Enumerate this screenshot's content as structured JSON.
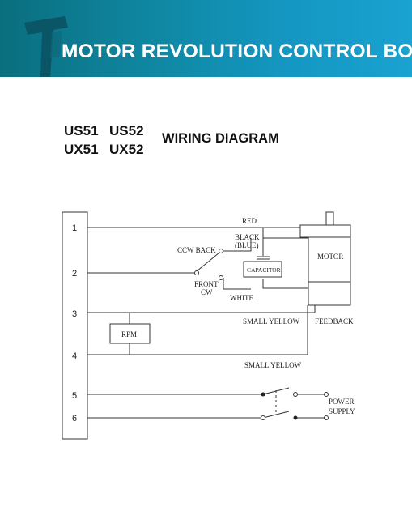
{
  "header": {
    "title": "MOTOR REVOLUTION CONTROL BOX",
    "colors": {
      "banner_start": "#0a6e7e",
      "banner_end": "#1aa2d0",
      "text": "#ffffff"
    }
  },
  "models": {
    "row1": [
      "US51",
      "US52"
    ],
    "row2": [
      "UX51",
      "UX52"
    ]
  },
  "section_title": "WIRING DIAGRAM",
  "diagram": {
    "terminals": [
      "1",
      "2",
      "3",
      "4",
      "5",
      "6"
    ],
    "labels": {
      "red": "RED",
      "black": "BLACK",
      "blue": "(BLUE)",
      "ccw_back": "CCW BACK",
      "front": "FRONT",
      "cw": "CW",
      "white": "WHITE",
      "capacitor": "CAPACITOR",
      "motor": "MOTOR",
      "rpm": "RPM",
      "small_yellow_1": "SMALL YELLOW",
      "feedback": "FEEDBACK",
      "small_yellow_2": "SMALL YELLOW",
      "power": "POWER",
      "supply": "SUPPLY"
    }
  }
}
